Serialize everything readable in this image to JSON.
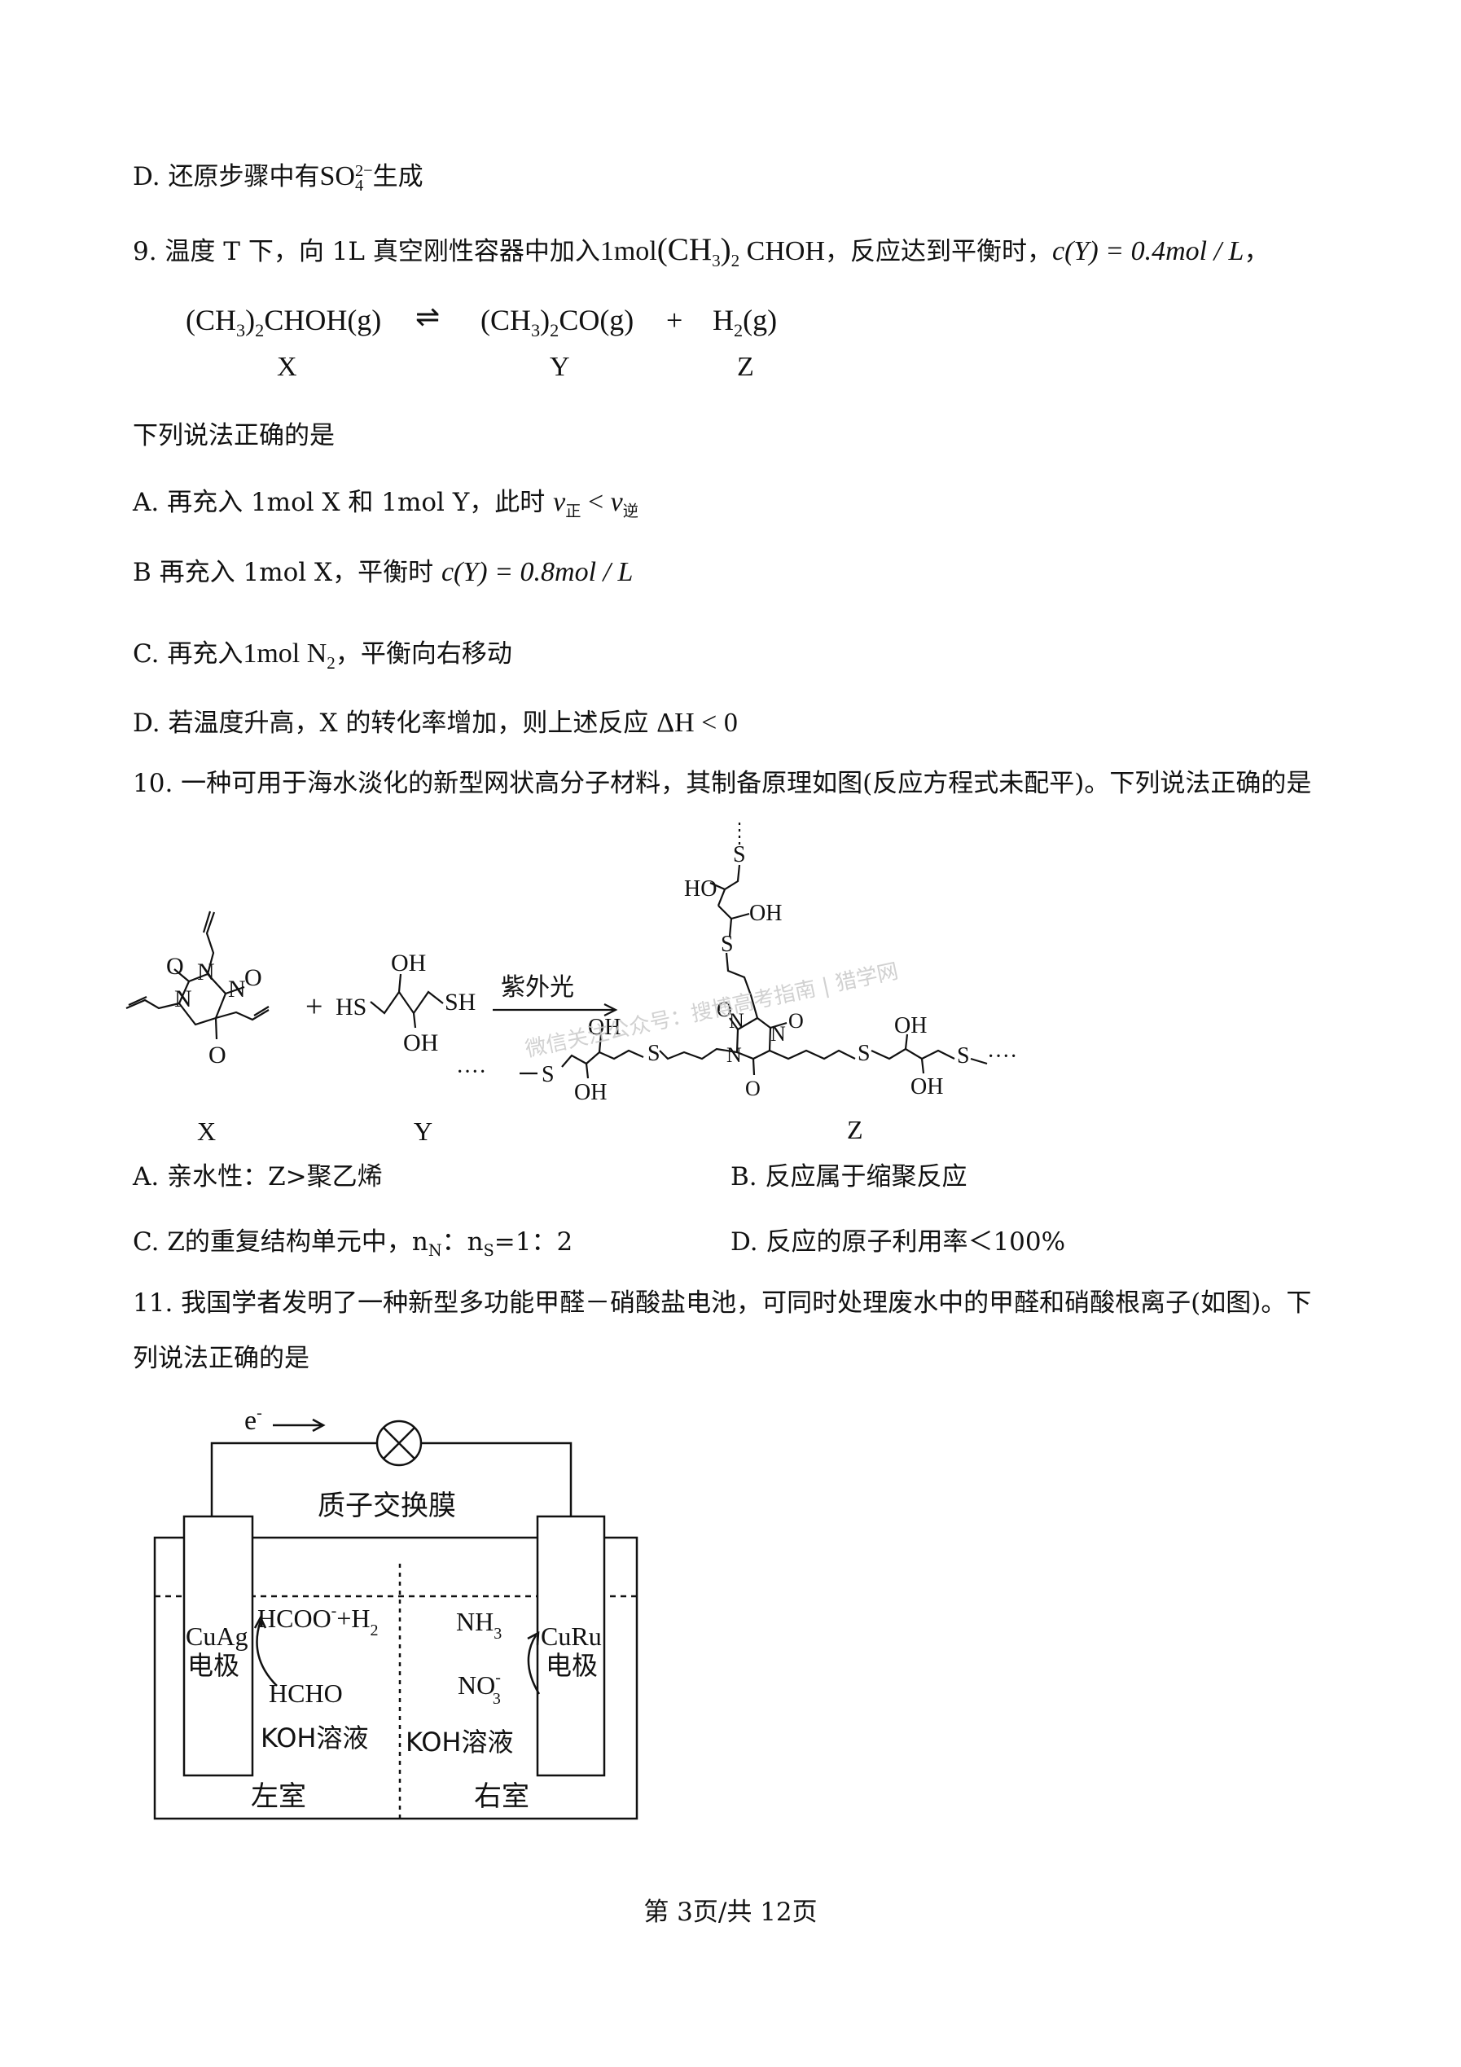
{
  "q8": {
    "optD_prefix": "D. 还原步骤中有",
    "optD_ion": "SO",
    "optD_ion_sub": "4",
    "optD_ion_sup": "2−",
    "optD_suffix": "生成"
  },
  "q9": {
    "stem_a": "9. 温度 T 下，向 1L 真空刚性容器中加入",
    "stem_m1": "1mol",
    "stem_m2": "(CH",
    "stem_m2_sub": "3",
    "stem_m3": ")",
    "stem_m3_sub": "2",
    "stem_m4": " CHOH",
    "stem_b": "，反应达到平衡时，",
    "stem_c": "c(Y) = 0.4mol / L",
    "stem_d": "，",
    "eq_x_1": "(CH",
    "eq_x_sub1": "3",
    "eq_x_2": ")",
    "eq_x_sub2": "2",
    "eq_x_3": "CHOH(g)",
    "eq_arrow": "⇌",
    "eq_y_1": "(CH",
    "eq_y_sub1": "3",
    "eq_y_2": ")",
    "eq_y_sub2": "2",
    "eq_y_3": "CO(g)",
    "eq_plus": "+",
    "eq_z_1": "H",
    "eq_z_sub": "2",
    "eq_z_2": "(g)",
    "label_x": "X",
    "label_y": "Y",
    "label_z": "Z",
    "prompt": "下列说法正确的是",
    "optA_1": "A. 再充入 1mol X 和 1mol Y，此时 ",
    "optA_v": "v",
    "optA_sub1": "正",
    "optA_lt": " < ",
    "optA_v2": "v",
    "optA_sub2": "逆",
    "optB_1": "B  再充入 1mol X，平衡时 ",
    "optB_2": "c(Y) = 0.8mol / L",
    "optC_1": "C. 再充入",
    "optC_2": "1mol N",
    "optC_sub": "2",
    "optC_3": "，平衡向右移动",
    "optD_1": "D. 若温度升高，X 的转化率增加，则上述反应 ",
    "optD_2": "ΔH < 0"
  },
  "q10": {
    "stem": "10. 一种可用于海水淡化的新型网状高分子材料，其制备原理如图(反应方程式未配平)。下列说法正确的是",
    "reagent_plus": "+",
    "reagent_hs": "HS",
    "reagent_oh1": "OH",
    "reagent_oh2": "OH",
    "reagent_sh": "SH",
    "arrow_label": "紫外光",
    "label_x": "X",
    "label_y": "Y",
    "label_z": "Z",
    "atom_n": "N",
    "atom_o": "O",
    "atom_s": "S",
    "atom_ho": "HO",
    "atom_oh": "OH",
    "dots": "····",
    "optA": "A. 亲水性：Z>聚乙烯",
    "optB": "B. 反应属于缩聚反应",
    "optC_1": "C. Z的重复结构单元中，n",
    "optC_subN": "N",
    "optC_2": "：n",
    "optC_subS": "S",
    "optC_3": "=1：2",
    "optD": "D. 反应的原子利用率＜100%"
  },
  "q11": {
    "stem_line1": "11. 我国学者发明了一种新型多功能甲醛－硝酸盐电池，可同时处理废水中的甲醛和硝酸根离子(如图)。下",
    "stem_line2": "列说法正确的是",
    "electron": "e",
    "electron_sup": "-",
    "membrane": "质子交换膜",
    "left_electrode_1": "CuAg",
    "left_electrode_2": "电极",
    "right_electrode_1": "CuRu",
    "right_electrode_2": "电极",
    "left_product": "HCOO",
    "left_product_sup": "-",
    "left_product_2": "+H",
    "left_product_sub": "2",
    "left_reactant": "HCHO",
    "left_solution": "KOH溶液",
    "right_product": "NH",
    "right_product_sub": "3",
    "right_reactant": "NO",
    "right_reactant_sub": "3",
    "right_reactant_sup": "-",
    "right_solution": "KOH溶液",
    "left_room": "左室",
    "right_room": "右室"
  },
  "watermark": "微信关注公众号：搜博高考指南 | 猎学网",
  "footer": "第 3页/共 12页"
}
